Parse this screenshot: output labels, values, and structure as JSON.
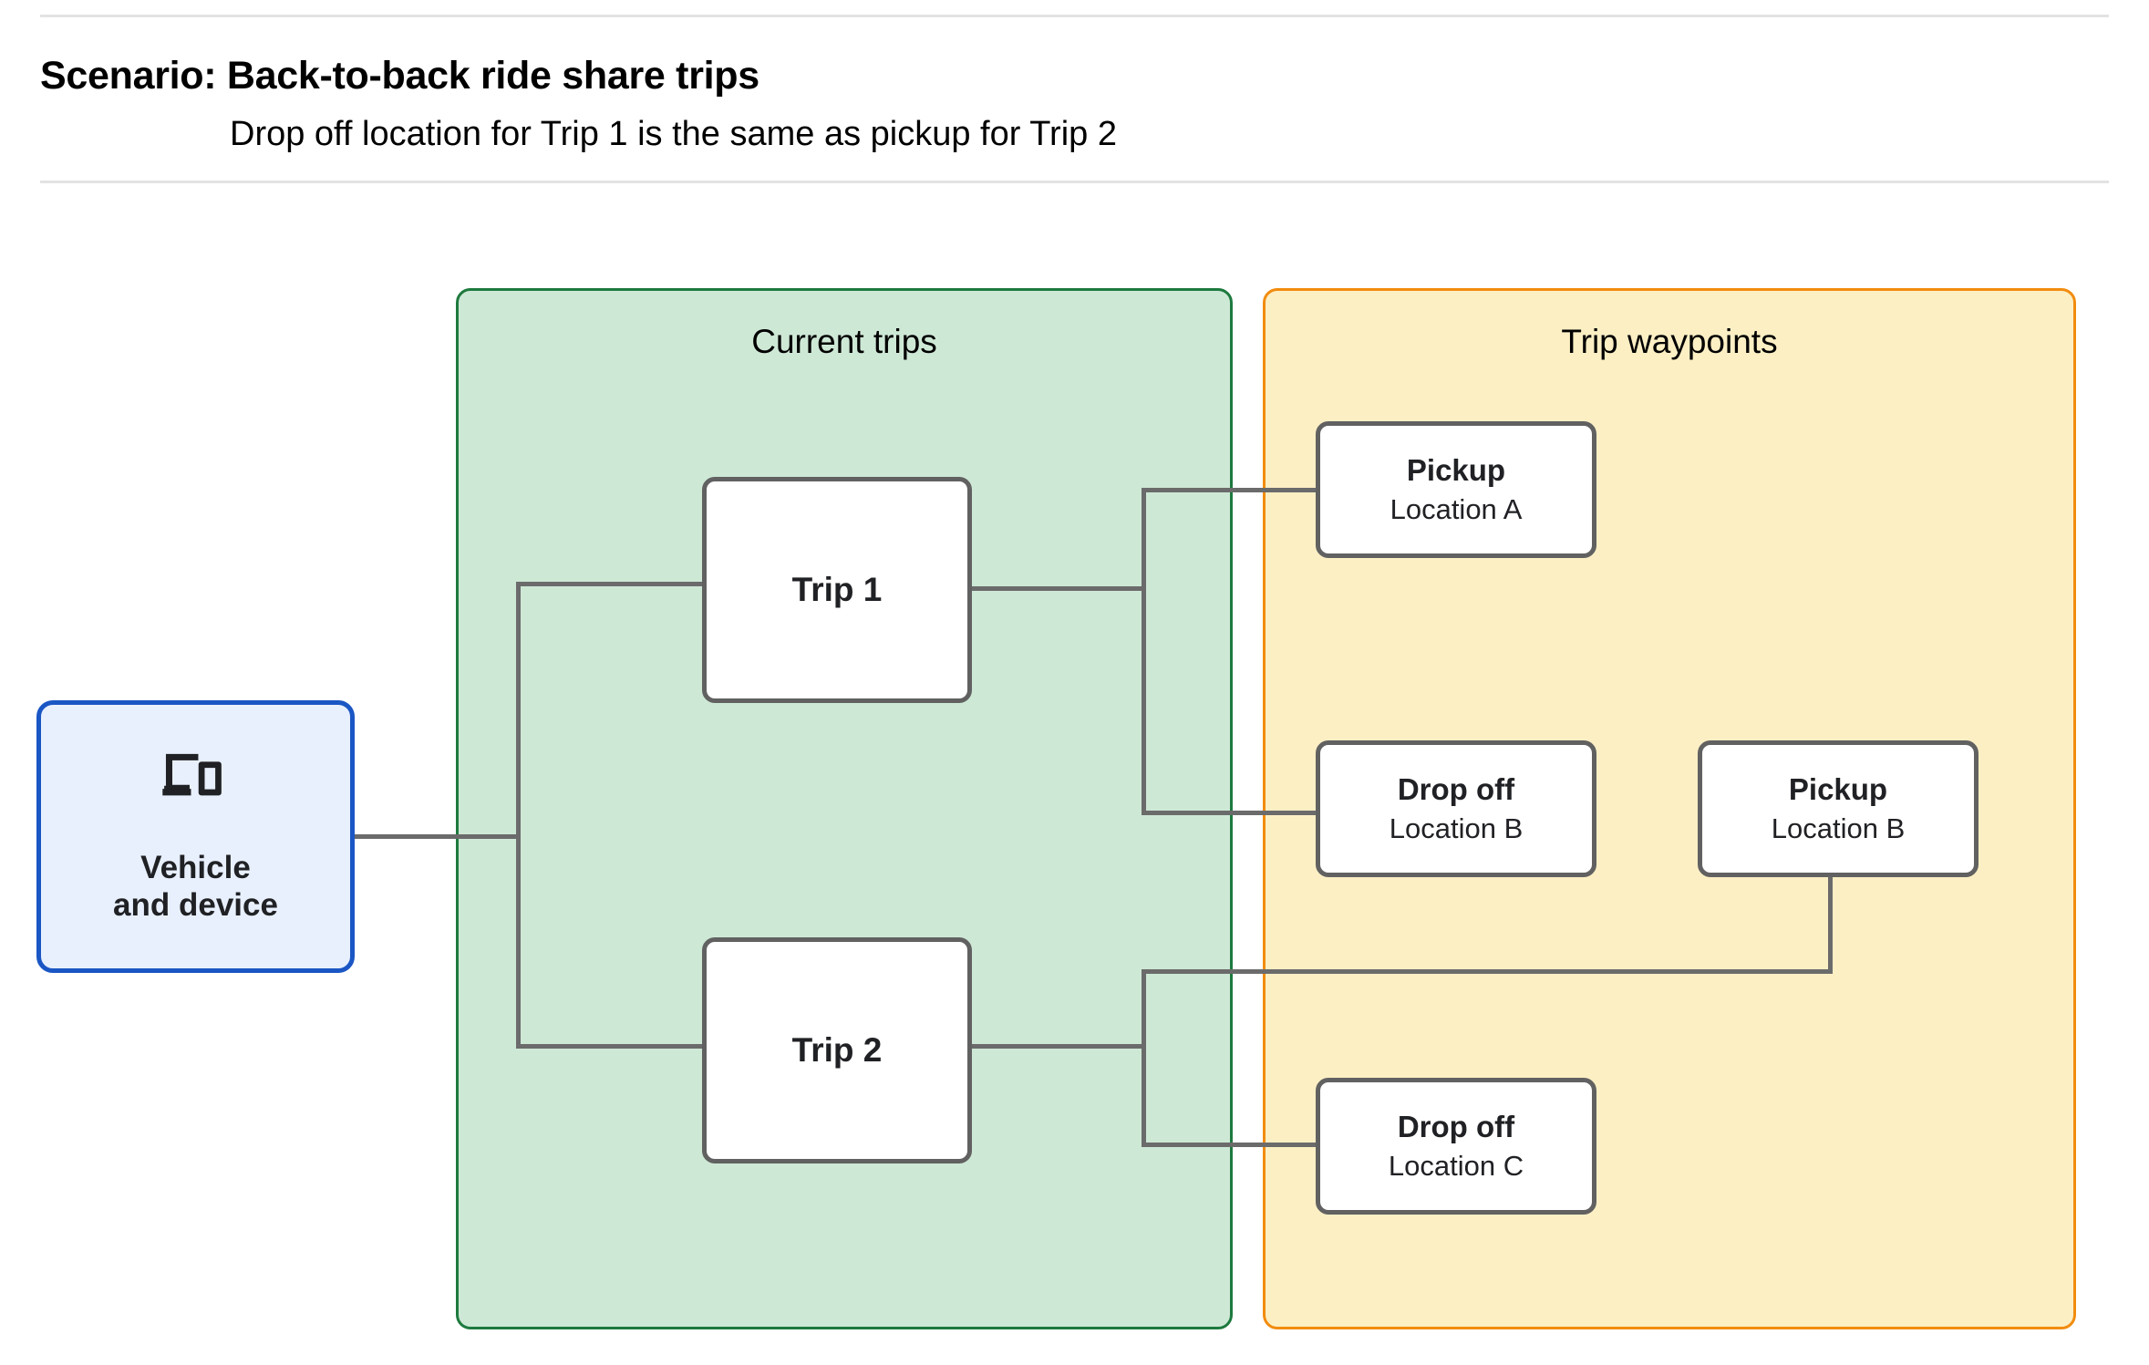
{
  "header": {
    "title": "Scenario: Back-to-back ride share trips",
    "subtitle": "Drop off  location for Trip 1 is the same as pickup for Trip 2"
  },
  "colors": {
    "current_trips_fill": "#cee8d6",
    "current_trips_border": "#1d7a3e",
    "trip_waypoints_fill": "#fcefc4",
    "trip_waypoints_border": "#f28c0f",
    "vehicle_fill": "#e8f0fe",
    "vehicle_border": "#1a56c4",
    "node_border": "#616161",
    "connector": "#6b6b6b"
  },
  "groups": {
    "current_trips": {
      "title": "Current trips"
    },
    "trip_waypoints": {
      "title": "Trip waypoints"
    }
  },
  "nodes": {
    "vehicle": {
      "icon": "devices-icon",
      "label": "Vehicle\nand device",
      "line1": "Vehicle",
      "line2": "and device"
    },
    "trip_1": {
      "label": "Trip 1"
    },
    "trip_2": {
      "label": "Trip 2"
    }
  },
  "waypoints": [
    {
      "id": "pickup-a",
      "kind": "Pickup",
      "location": "Location A"
    },
    {
      "id": "dropoff-b",
      "kind": "Drop off",
      "location": "Location B"
    },
    {
      "id": "pickup-b",
      "kind": "Pickup",
      "location": "Location B"
    },
    {
      "id": "dropoff-c",
      "kind": "Drop off",
      "location": "Location C"
    }
  ],
  "edges": [
    {
      "from": "vehicle",
      "to": "trip_1"
    },
    {
      "from": "vehicle",
      "to": "trip_2"
    },
    {
      "from": "trip_1",
      "to": "pickup-a"
    },
    {
      "from": "trip_1",
      "to": "dropoff-b"
    },
    {
      "from": "trip_2",
      "to": "pickup-b"
    },
    {
      "from": "trip_2",
      "to": "dropoff-c"
    }
  ]
}
